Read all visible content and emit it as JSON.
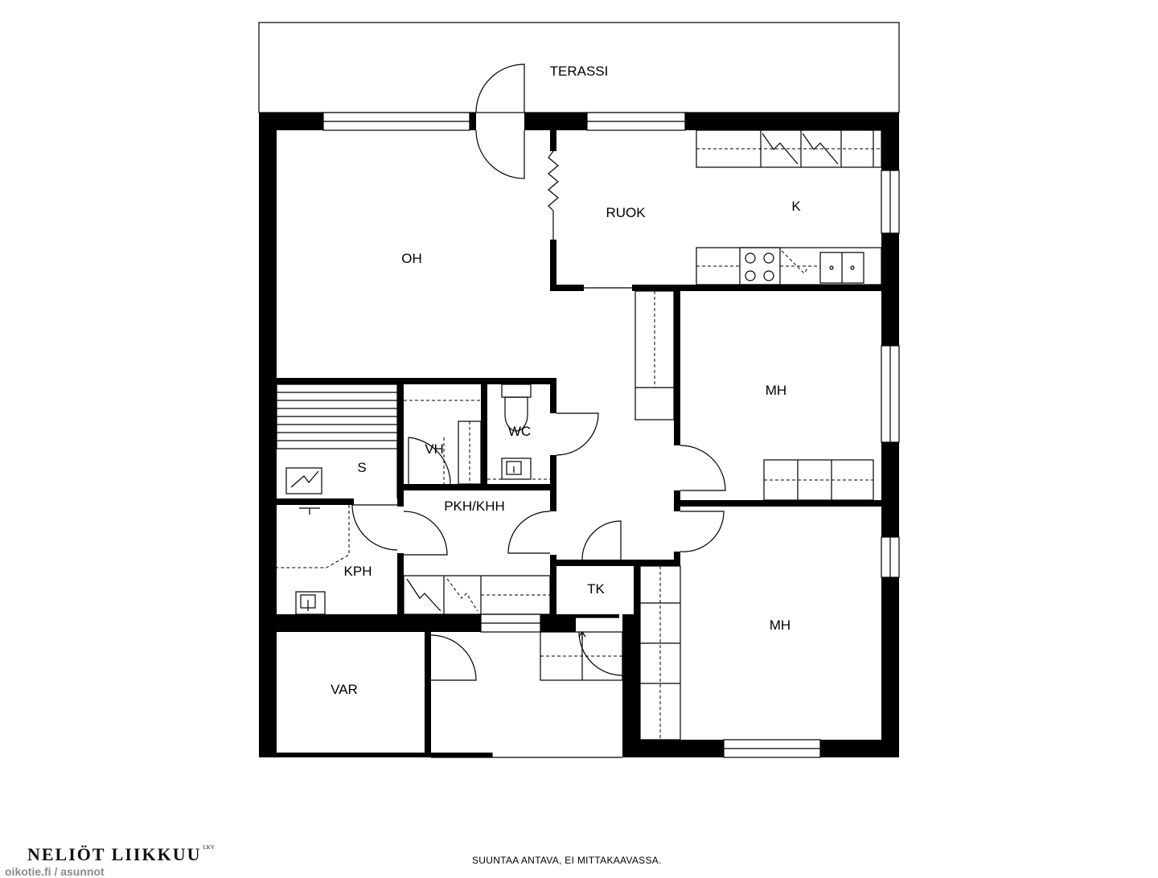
{
  "plan": {
    "rooms": {
      "terassi": "TERASSI",
      "oh": "OH",
      "ruok": "RUOK",
      "k": "K",
      "mh1": "MH",
      "mh2": "MH",
      "s": "S",
      "vh": "VH",
      "wc": "WC",
      "pkh": "PKH/KHH",
      "kph": "KPH",
      "tk": "TK",
      "var": "VAR"
    }
  },
  "footer": {
    "brand": "NELIÖT LIIKKUU",
    "brand_mark": "LKV",
    "note": "SUUNTAA ANTAVA, EI MITTAKAAVASSA.",
    "watermark": "oikotie.fi / asunnot"
  }
}
